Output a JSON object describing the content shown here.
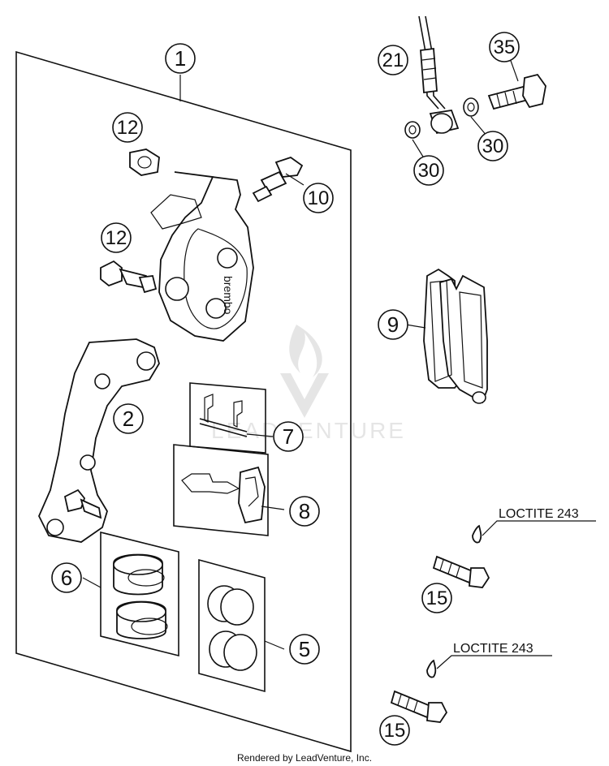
{
  "callouts": {
    "c1": "1",
    "c2": "2",
    "c5": "5",
    "c6": "6",
    "c7": "7",
    "c8": "8",
    "c9": "9",
    "c10": "10",
    "c12a": "12",
    "c12b": "12",
    "c15a": "15",
    "c15b": "15",
    "c21": "21",
    "c30a": "30",
    "c30b": "30",
    "c35": "35"
  },
  "labels": {
    "loctite_top": "LOCTITE 243",
    "loctite_bottom": "LOCTITE 243",
    "caliper_brand": "brembo"
  },
  "footer": "Rendered by LeadVenture, Inc.",
  "watermark": "LEADVENTURE"
}
